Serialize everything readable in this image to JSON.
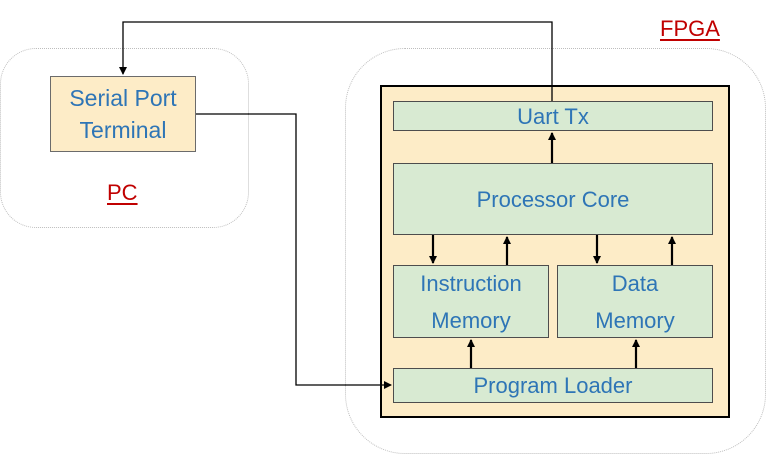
{
  "regions": {
    "pc": {
      "label": "PC"
    },
    "fpga": {
      "label": "FPGA"
    }
  },
  "blocks": {
    "serial_terminal": {
      "line1": "Serial Port",
      "line2": "Terminal"
    },
    "uart_tx": {
      "label": "Uart Tx"
    },
    "processor_core": {
      "label": "Processor Core"
    },
    "instruction_memory": {
      "line1": "Instruction",
      "line2": "Memory"
    },
    "data_memory": {
      "line1": "Data",
      "line2": "Memory"
    },
    "program_loader": {
      "label": "Program Loader"
    }
  },
  "colors": {
    "label_text": "#2e75b6",
    "region_label": "#c00000",
    "chip_fill": "#fdecc7",
    "block_fill": "#d8ead2"
  }
}
